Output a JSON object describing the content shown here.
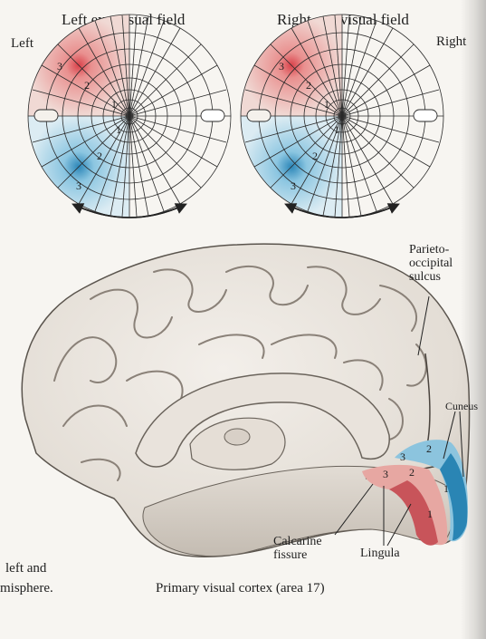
{
  "fields": {
    "left_title": "Left eye visual field",
    "right_title": "Right eye visual field",
    "left_side": "Left",
    "right_side": "Right",
    "ring_labels": [
      "1",
      "2",
      "3"
    ]
  },
  "cortex_labels": {
    "parieto_line1": "Parieto-",
    "parieto_line2": "occipital",
    "parieto_line3": "sulcus",
    "cuneus": "Cuneus",
    "calcarine_line1": "Calcarine",
    "calcarine_line2": "fissure",
    "lingula": "Lingula",
    "zone_labels": [
      "1",
      "2",
      "3"
    ]
  },
  "caption": "Primary visual cortex (area 17)",
  "book_text": {
    "line1": "left and",
    "line2": "misphere."
  },
  "colors": {
    "upper_field": "#e7a9a4",
    "lower_field": "#a8d3e6",
    "lingula_fill": "#c8545a",
    "cuneus_fill": "#2f8fb9"
  }
}
